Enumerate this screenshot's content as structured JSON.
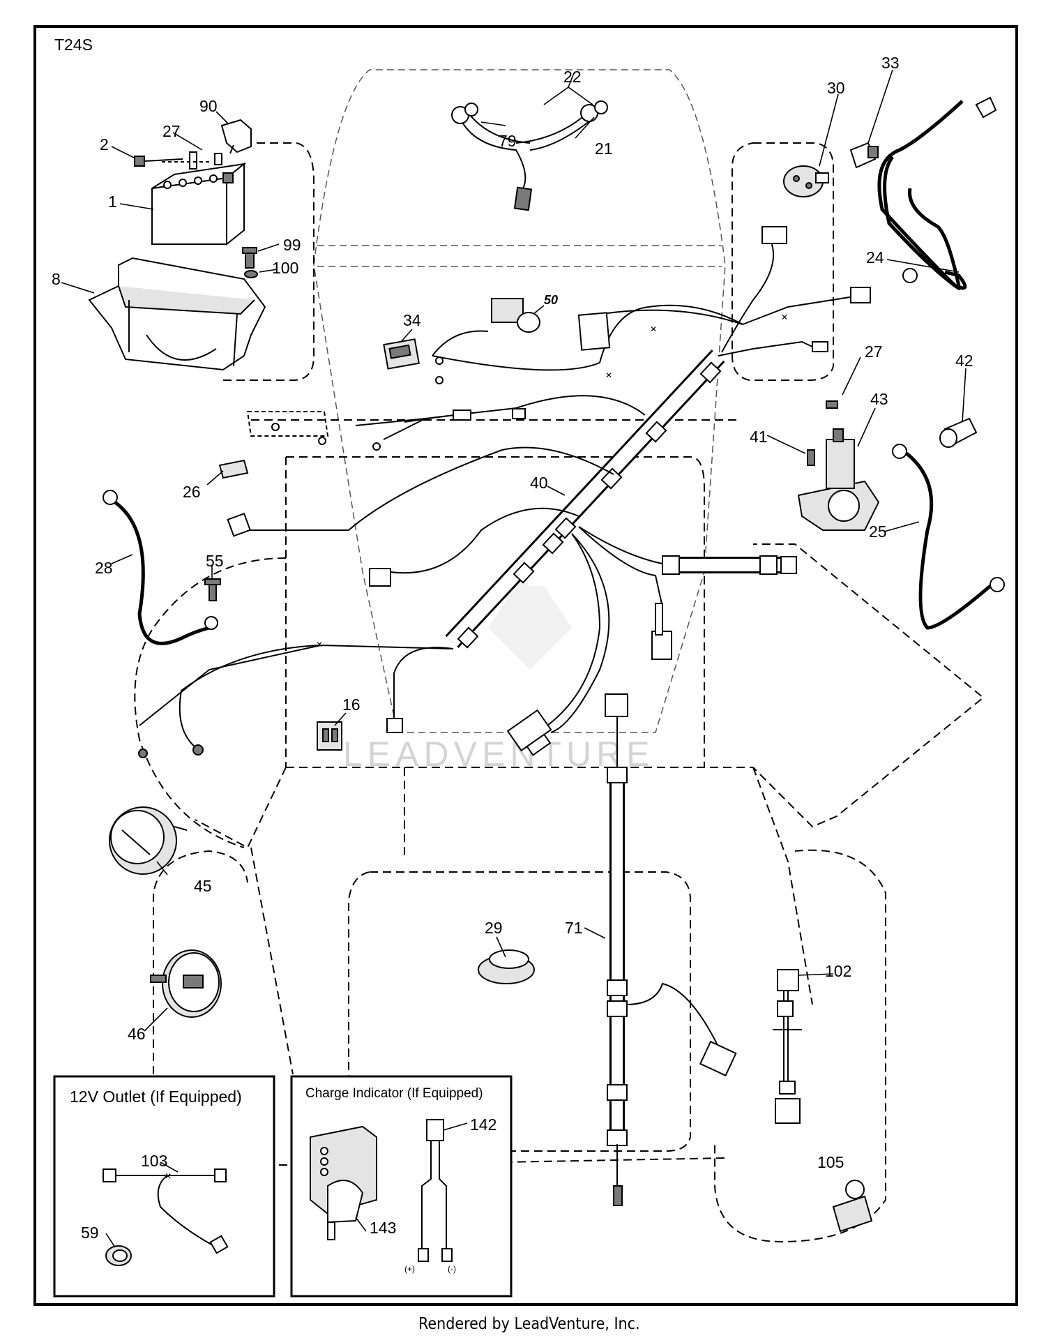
{
  "diagram_code": "T24S",
  "footer": "Rendered by LeadVenture, Inc.",
  "watermark": "LEADVENTURE",
  "insets": {
    "outlet_title": "12V Outlet (If Equipped)",
    "charge_title": "Charge Indicator (If Equipped)",
    "positive_label": "(+)",
    "negative_label": "(-)"
  },
  "callouts": {
    "c1": "1",
    "c2": "2",
    "c8": "8",
    "c16": "16",
    "c21": "21",
    "c22": "22",
    "c24": "24",
    "c25": "25",
    "c26": "26",
    "c27a": "27",
    "c27b": "27",
    "c28": "28",
    "c29": "29",
    "c30": "30",
    "c33": "33",
    "c34": "34",
    "c40": "40",
    "c41": "41",
    "c42": "42",
    "c43": "43",
    "c45": "45",
    "c46": "46",
    "c50": "50",
    "c55": "55",
    "c59": "59",
    "c71": "71",
    "c79": "79",
    "c90": "90",
    "c99": "99",
    "c100": "100",
    "c102": "102",
    "c103": "103",
    "c105": "105",
    "c142": "142",
    "c143": "143"
  }
}
